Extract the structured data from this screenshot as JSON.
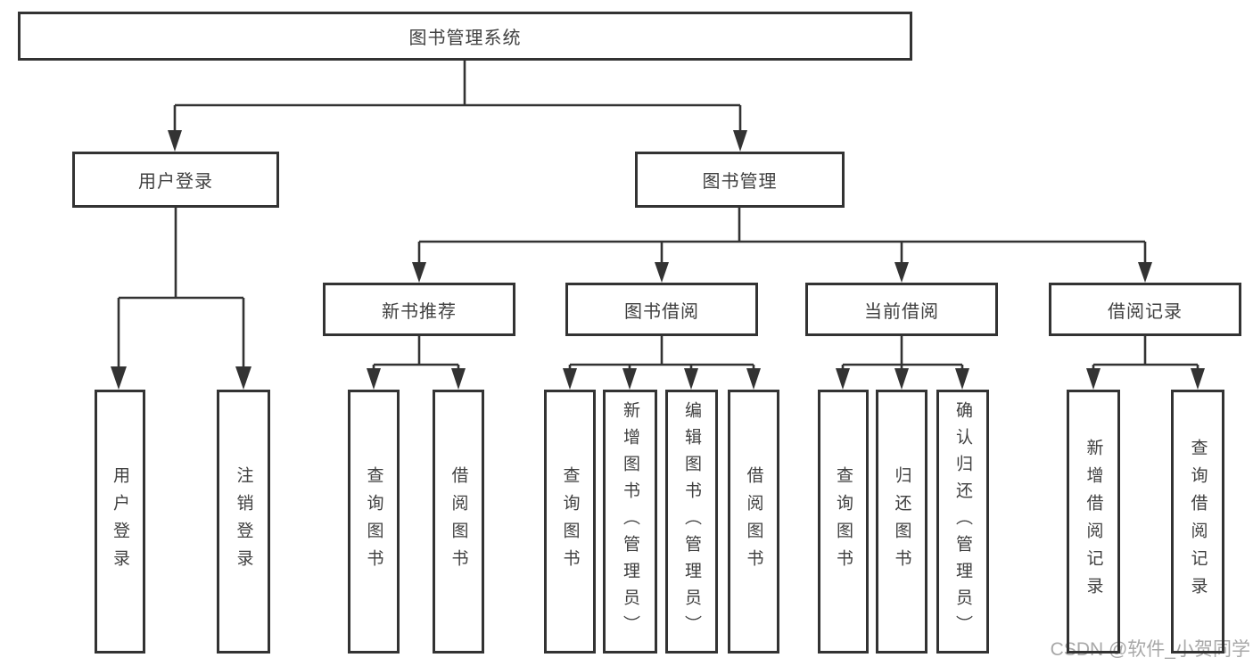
{
  "diagram_title": "图书管理系统",
  "tree": {
    "label": "图书管理系统",
    "children": [
      {
        "label": "用户登录",
        "children": [
          {
            "label": "用户登录"
          },
          {
            "label": "注销登录"
          }
        ]
      },
      {
        "label": "图书管理",
        "children": [
          {
            "label": "新书推荐",
            "children": [
              {
                "label": "查询图书"
              },
              {
                "label": "借阅图书"
              }
            ]
          },
          {
            "label": "图书借阅",
            "children": [
              {
                "label": "查询图书"
              },
              {
                "label": "新增图书（管理员）"
              },
              {
                "label": "编辑图书（管理员）"
              },
              {
                "label": "借阅图书"
              }
            ]
          },
          {
            "label": "当前借阅",
            "children": [
              {
                "label": "查询图书"
              },
              {
                "label": "归还图书"
              },
              {
                "label": "确认归还（管理员）"
              }
            ]
          },
          {
            "label": "借阅记录",
            "children": [
              {
                "label": "新增借阅记录"
              },
              {
                "label": "查询借阅记录"
              }
            ]
          }
        ]
      }
    ]
  },
  "watermark": "CSDN @软件_小贺同学",
  "colors": {
    "line": "#333333",
    "box_border": "#333333",
    "text": "#404040",
    "background": "#ffffff",
    "watermark": "#a8a8a8"
  }
}
